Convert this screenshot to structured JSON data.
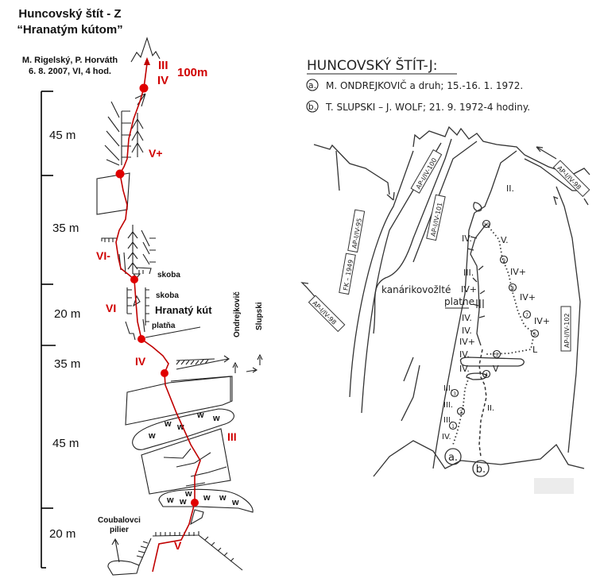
{
  "left_topo": {
    "title_line1": "Huncovský štít - Z",
    "title_line2": "“Hranatým kútom”",
    "authors": "M. Rigelský, P. Horváth",
    "date_info": "6. 8. 2007, VI, 4 hod.",
    "scale_labels": [
      "45 m",
      "35 m",
      "20 m",
      "35 m",
      "45 m",
      "20 m"
    ],
    "total_length": "100m",
    "grades": [
      "III",
      "IV",
      "V+",
      "VI-",
      "VI",
      "IV",
      "III",
      "V"
    ],
    "annotations": {
      "skoba_1": "skoba",
      "skoba_2": "skoba",
      "corner": "Hranatý kút",
      "slab": "platňa",
      "exit_1": "Ondrejkovič",
      "exit_2": "Slupski",
      "pillar_line1": "Coubalovci",
      "pillar_line2": "pilier"
    },
    "route_color": "#d00000"
  },
  "right_topo": {
    "title": "HUNCOVSKÝ ŠTÍT-J:",
    "routes": [
      {
        "marker": "a.",
        "text": "M. ONDREJKOVIČ a druh; 15.-16. 1. 1972."
      },
      {
        "marker": "b.",
        "text": "T. SLUPSKI – J. WOLF; 21. 9. 1972-4 hodiny."
      }
    ],
    "route_tags": [
      "AP-I/IV-100",
      "FK – 1949",
      "AP-I/IV-95",
      "AP-I/IV-101",
      "AP-I/IV-98",
      "AP-I/IV-98",
      "AP-I/IV-102"
    ],
    "places": {
      "yellow": "kanárikovožlté",
      "slabs": "platne"
    },
    "grades": [
      "II.",
      "IV.",
      "V.",
      "III.",
      "IV+",
      "IV+",
      "IV+",
      "IV+",
      "IV.",
      "IV.",
      "IV+",
      "IV.",
      "IV.",
      "V",
      "L",
      "III.",
      "III.",
      "III.",
      "IV.",
      "II."
    ],
    "pitch_numbers": [
      "1",
      "2",
      "3",
      "4",
      "5",
      "6",
      "7",
      "8",
      "9",
      "10"
    ]
  }
}
